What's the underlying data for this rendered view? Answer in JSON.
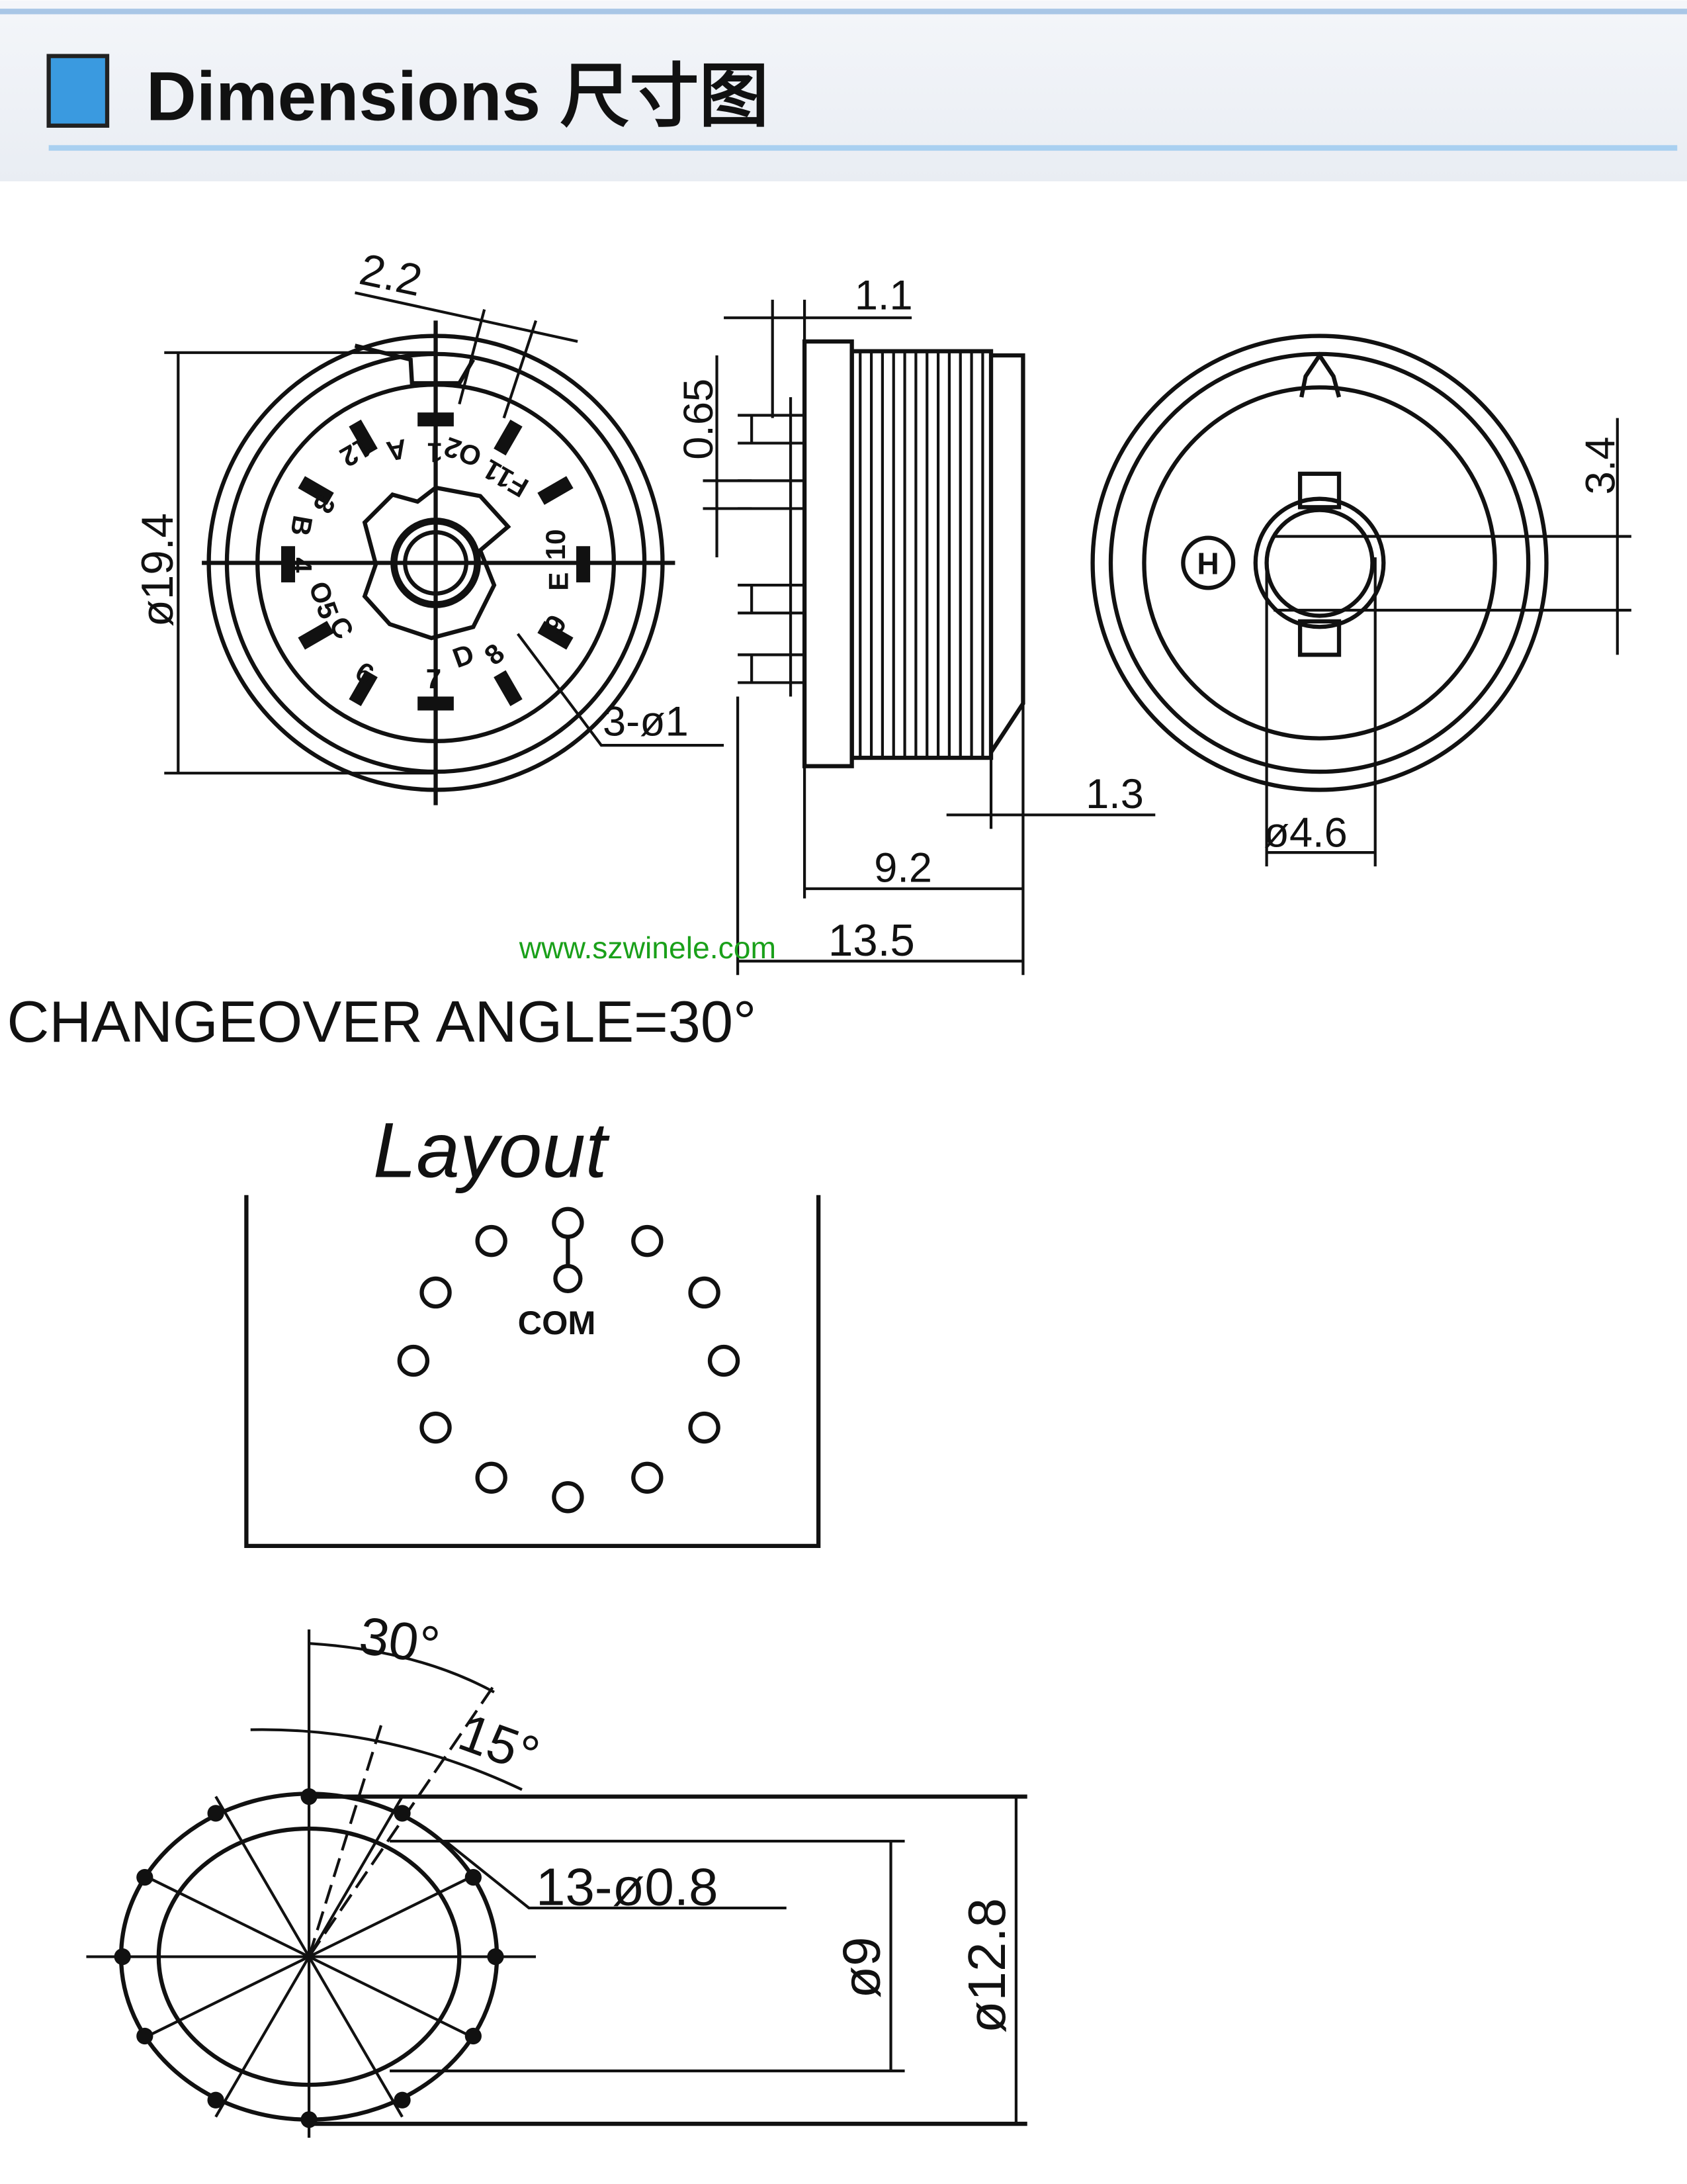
{
  "header": {
    "title": "Dimensions 尺寸图",
    "accent_color": "#3a9ae0"
  },
  "front_view": {
    "dim_diameter": "ø19.4",
    "dim_key_width": "2.2",
    "dim_holes": "3-ø1",
    "terminal_labels": [
      "1",
      "A",
      "12",
      "O2",
      "F11",
      "3",
      "B",
      "4",
      "10",
      "E",
      "O5",
      "C",
      "6",
      "9",
      "D",
      "7",
      "8"
    ]
  },
  "side_view": {
    "dim_top": "1.1",
    "dim_pin": "0.65",
    "dim_flange": "1.3",
    "dim_body": "9.2",
    "dim_total": "13.5"
  },
  "rear_view": {
    "dim_flat": "3.4",
    "dim_shaft": "ø4.6",
    "mark": "H"
  },
  "watermark": "www.szwinele.com",
  "watermark_color": "#1aa01a",
  "changeover": "CHANGEOVER ANGLE=30°",
  "layout": {
    "title": "Layout",
    "com_label": "COM"
  },
  "bottom_view": {
    "angle_1": "30°",
    "angle_2": "15°",
    "holes": "13-ø0.8",
    "dim_inner": "ø9",
    "dim_outer": "ø12.8"
  }
}
